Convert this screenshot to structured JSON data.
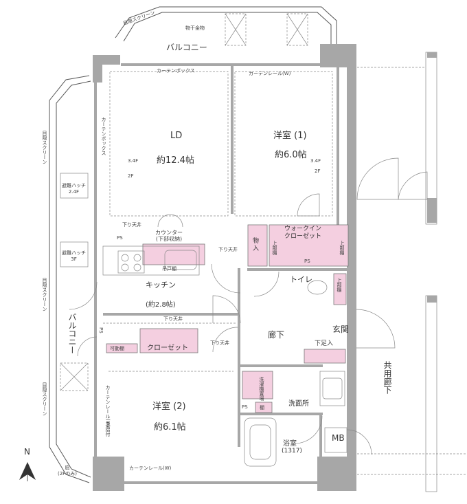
{
  "compass": {
    "north": "N"
  },
  "rooms": {
    "ld": {
      "name": "LD",
      "size": "約12.4帖"
    },
    "bed1": {
      "name": "洋室 (1)",
      "size": "約6.0帖"
    },
    "bed2": {
      "name": "洋室 (2)",
      "size": "約6.1帖"
    },
    "kitchen": {
      "name": "キッチン",
      "size": "(約2.8帖)"
    },
    "hall": "廊下",
    "entrance": "玄関",
    "toilet": "トイレ",
    "washroom": "洗面所",
    "bath": {
      "name": "浴室",
      "size": "(1317)"
    },
    "storage": "物入",
    "wic": "ウォークイン\nクローゼット",
    "closet": "クローゼット",
    "mb": "MB",
    "balcony_top": "バルコニー",
    "balcony_left": "バルコニー",
    "corridor": "共用廊下"
  },
  "labels": {
    "curtain_box": "カーテンボックス",
    "curtain_rail_w": "カーテンレール(W)",
    "curtain_box_v": "カーテンボックス",
    "curtain_rail_v": "カーテンレール(W)",
    "handrail": "手摺付",
    "curtain_rail_bottom": "カーテンレール(W)",
    "laundry_hanger": "物干金物",
    "screen": "目隠スクリーン",
    "hatch_1": "避難ハッチ\n2.4F",
    "hatch_2": "避難ハッチ\n3F",
    "floor_3_4": "3.4F",
    "floor_2": "2F",
    "floor_3_4b": "3.4F",
    "floor_2b": "2F",
    "sagari_tenjo": "下り天井",
    "counter": "カウンター\n(下部収納)",
    "ps": "PS",
    "wall_cabinet": "吊戸棚",
    "upper_shelf": "上部棚",
    "washing_machine": "洗濯機置場",
    "movable_shelf": "可動棚",
    "shoe_box": "下足入",
    "eaves": "庇\n(2Fのみ)",
    "shelf": "棚"
  }
}
